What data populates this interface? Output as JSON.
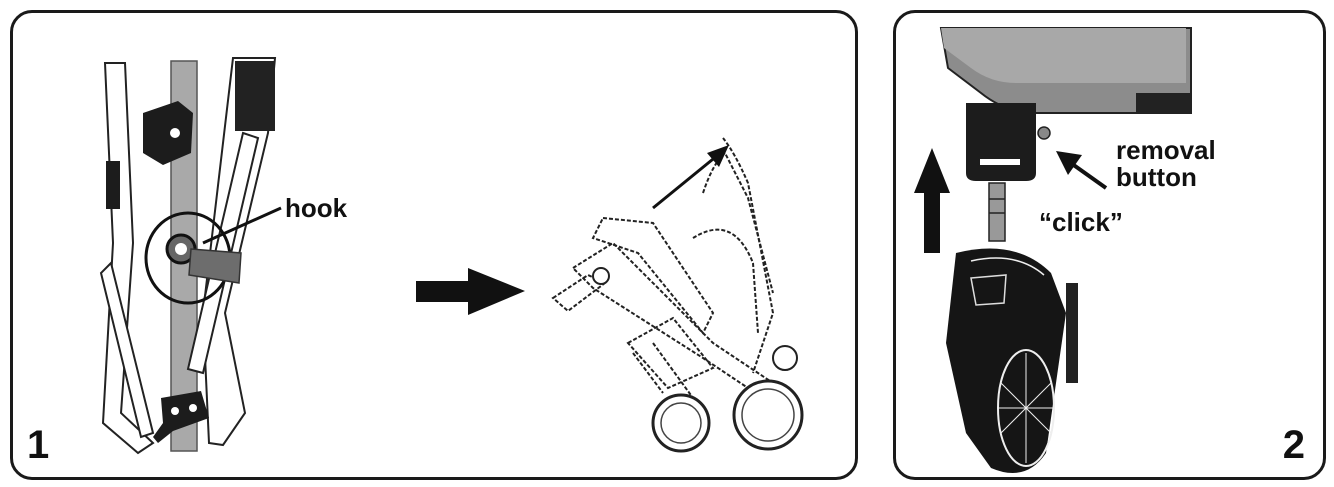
{
  "panel1": {
    "step_number": "1",
    "hook_label": "hook"
  },
  "panel2": {
    "step_number": "2",
    "removal_label_line1": "removal",
    "removal_label_line2": "button",
    "click_label": "“click”"
  }
}
